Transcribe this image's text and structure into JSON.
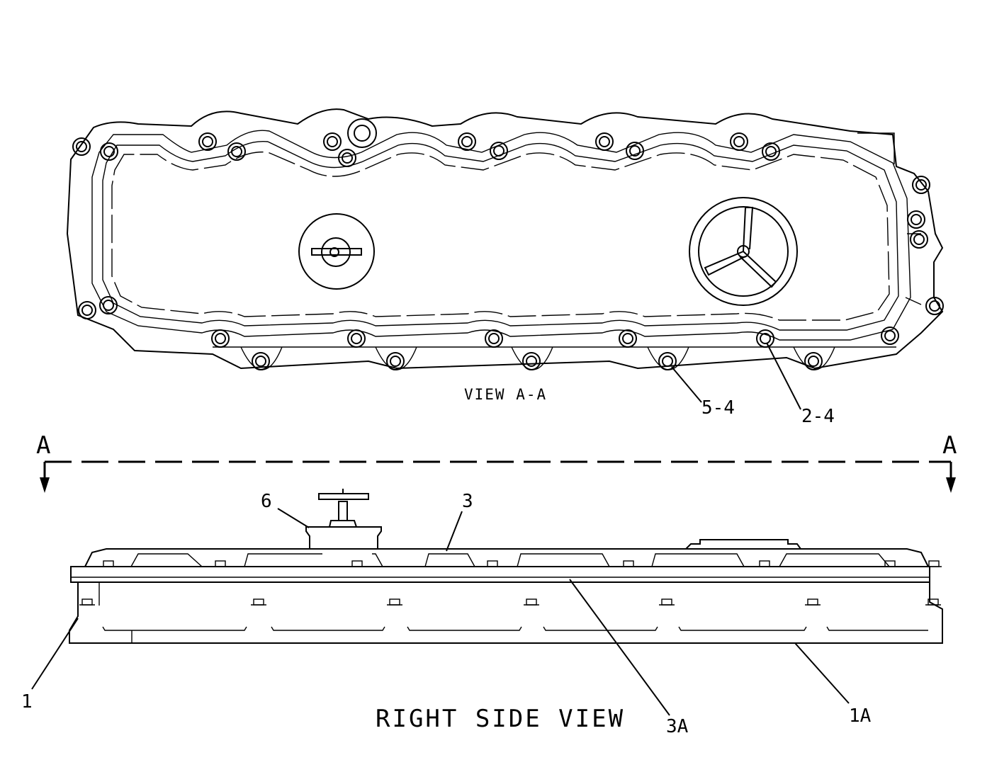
{
  "labels": {
    "view_a_a": "VIEW A-A",
    "right_side_view": "RIGHT SIDE VIEW",
    "section_mark_left": "A",
    "section_mark_right": "A",
    "callout_5_4": "5-4",
    "callout_2_4": "2-4",
    "callout_6": "6",
    "callout_3": "3",
    "callout_3A": "3A",
    "callout_1": "1",
    "callout_1A": "1A"
  }
}
